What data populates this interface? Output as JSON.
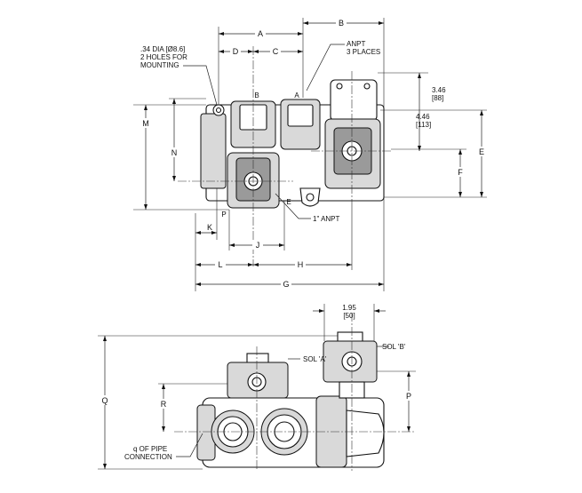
{
  "top_view": {
    "dimension_labels": {
      "A": "A",
      "B": "B",
      "C": "C",
      "D": "D",
      "E": "E",
      "F": "F",
      "G": "G",
      "H": "H",
      "J": "J",
      "K": "K",
      "L": "L",
      "M": "M",
      "N": "N"
    },
    "mount_note": [
      ".34 DIA [Ø8.6]",
      "2 HOLES FOR",
      "MOUNTING"
    ],
    "anpt_note": [
      "ANPT",
      "3 PLACES"
    ],
    "dim_346": [
      "3.46",
      "[88]"
    ],
    "dim_446": [
      "4.46",
      "[113]"
    ],
    "port_1in": "1\" ANPT",
    "port_labels": {
      "B": "B",
      "A": "A",
      "P": "P",
      "E": "E"
    }
  },
  "front_view": {
    "dim_195": [
      "1.95",
      "[50]"
    ],
    "sol_a": "SOL 'A'",
    "sol_b": "SOL 'B'",
    "dimension_labels": {
      "Q": "Q",
      "R": "R",
      "P": "P"
    },
    "pipe_note": [
      "q OF PIPE",
      "CONNECTION"
    ]
  }
}
